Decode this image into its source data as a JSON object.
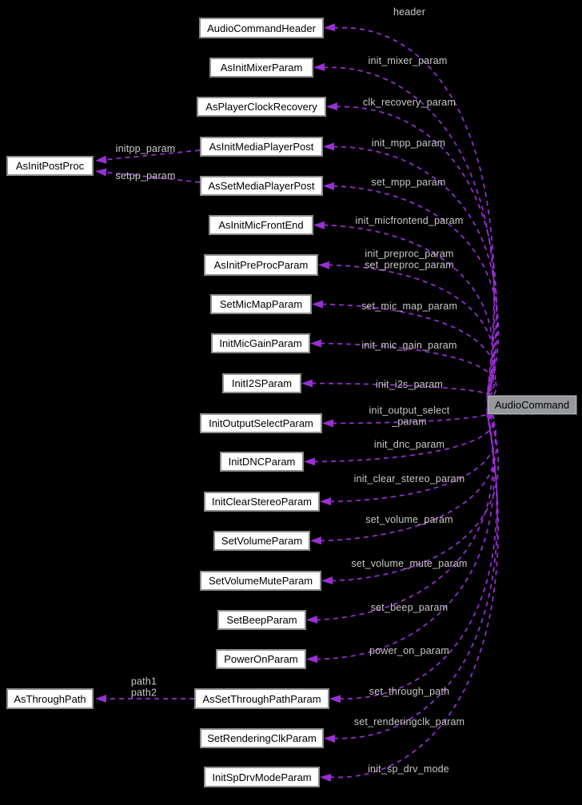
{
  "diagram": {
    "type": "collaboration-graph",
    "main_node": {
      "label": "AudioCommand"
    },
    "nodes": [
      {
        "label": "AudioCommandHeader"
      },
      {
        "label": "AsInitMixerParam"
      },
      {
        "label": "AsPlayerClockRecovery"
      },
      {
        "label": "AsInitMediaPlayerPost"
      },
      {
        "label": "AsSetMediaPlayerPost"
      },
      {
        "label": "AsInitMicFrontEnd"
      },
      {
        "label": "AsInitPreProcParam"
      },
      {
        "label": "SetMicMapParam"
      },
      {
        "label": "InitMicGainParam"
      },
      {
        "label": "InitI2SParam"
      },
      {
        "label": "InitOutputSelectParam"
      },
      {
        "label": "InitDNCParam"
      },
      {
        "label": "InitClearStereoParam"
      },
      {
        "label": "SetVolumeParam"
      },
      {
        "label": "SetVolumeMuteParam"
      },
      {
        "label": "SetBeepParam"
      },
      {
        "label": "PowerOnParam"
      },
      {
        "label": "AsSetThroughPathParam"
      },
      {
        "label": "SetRenderingClkParam"
      },
      {
        "label": "InitSpDrvModeParam"
      },
      {
        "label": "AsInitPostProc"
      },
      {
        "label": "AsThroughPath"
      }
    ],
    "edges": [
      {
        "label": "header",
        "from": "AudioCommand",
        "to": "AudioCommandHeader"
      },
      {
        "label": "init_mixer_param",
        "from": "AudioCommand",
        "to": "AsInitMixerParam"
      },
      {
        "label": "clk_recovery_param",
        "from": "AudioCommand",
        "to": "AsPlayerClockRecovery"
      },
      {
        "label": "init_mpp_param",
        "from": "AudioCommand",
        "to": "AsInitMediaPlayerPost"
      },
      {
        "label": "set_mpp_param",
        "from": "AudioCommand",
        "to": "AsSetMediaPlayerPost"
      },
      {
        "label": "init_micfrontend_param",
        "from": "AudioCommand",
        "to": "AsInitMicFrontEnd"
      },
      {
        "label": "init_preproc_param\nset_preproc_param",
        "from": "AudioCommand",
        "to": "AsInitPreProcParam"
      },
      {
        "label": "set_mic_map_param",
        "from": "AudioCommand",
        "to": "SetMicMapParam"
      },
      {
        "label": "init_mic_gain_param",
        "from": "AudioCommand",
        "to": "InitMicGainParam"
      },
      {
        "label": "init_i2s_param",
        "from": "AudioCommand",
        "to": "InitI2SParam"
      },
      {
        "label": "init_output_select\n_param",
        "from": "AudioCommand",
        "to": "InitOutputSelectParam"
      },
      {
        "label": "init_dnc_param",
        "from": "AudioCommand",
        "to": "InitDNCParam"
      },
      {
        "label": "init_clear_stereo_param",
        "from": "AudioCommand",
        "to": "InitClearStereoParam"
      },
      {
        "label": "set_volume_param",
        "from": "AudioCommand",
        "to": "SetVolumeParam"
      },
      {
        "label": "set_volume_mute_param",
        "from": "AudioCommand",
        "to": "SetVolumeMuteParam"
      },
      {
        "label": "set_beep_param",
        "from": "AudioCommand",
        "to": "SetBeepParam"
      },
      {
        "label": "power_on_param",
        "from": "AudioCommand",
        "to": "PowerOnParam"
      },
      {
        "label": "set_through_path",
        "from": "AudioCommand",
        "to": "AsSetThroughPathParam"
      },
      {
        "label": "set_renderingclk_param",
        "from": "AudioCommand",
        "to": "SetRenderingClkParam"
      },
      {
        "label": "init_sp_drv_mode",
        "from": "AudioCommand",
        "to": "InitSpDrvModeParam"
      },
      {
        "label": "initpp_param",
        "from": "AsInitMediaPlayerPost",
        "to": "AsInitPostProc"
      },
      {
        "label": "setpp_param",
        "from": "AsSetMediaPlayerPost",
        "to": "AsInitPostProc"
      },
      {
        "label": "path1\npath2",
        "from": "AsSetThroughPathParam",
        "to": "AsThroughPath"
      }
    ],
    "colors": {
      "background": "#000000",
      "edge": "#9A2FD6",
      "edge_label": "#C9C9C9",
      "node_fill": "#FFFFFF",
      "node_border": "#8E8E8E",
      "node_text": "#000000",
      "main_node_fill": "#96989B",
      "main_node_border": "#4F5356"
    }
  }
}
